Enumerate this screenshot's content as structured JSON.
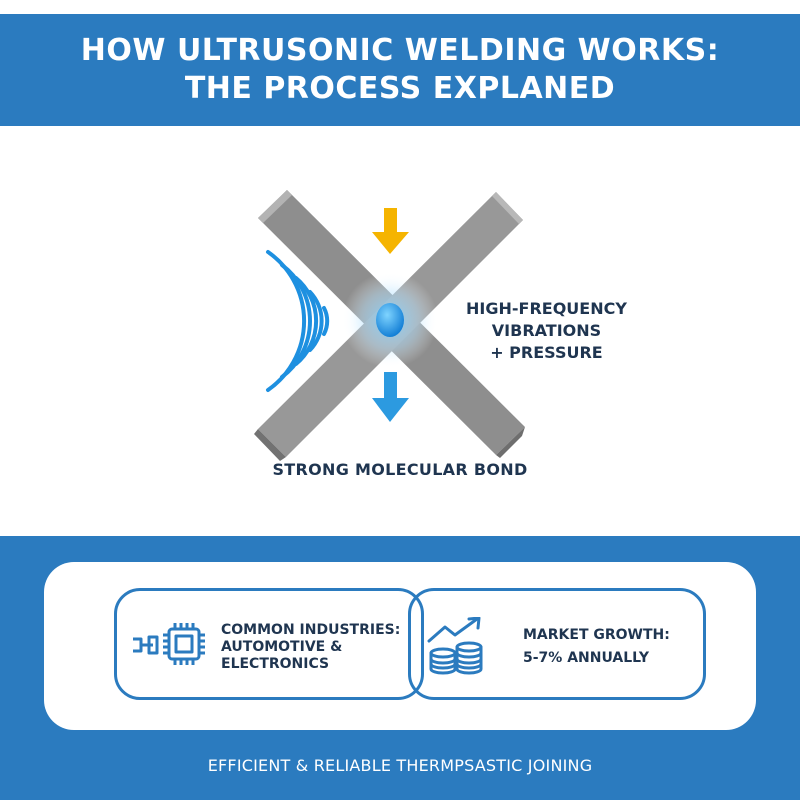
{
  "header": {
    "title_line1": "HOW ULTRUSONIC WELDING WORKS:",
    "title_line2": "THE PROCESS EXPLANED"
  },
  "diagram": {
    "callout_line1": "HIGH-FREQUENCY",
    "callout_line2": "VIBRATIONS",
    "callout_line3": "+ PRESSURE",
    "result_label": "STRONG MOLECULAR BOND",
    "icons": [
      "sound-wave-icon",
      "arrow-down-icon",
      "weld-point-icon"
    ],
    "colors": {
      "bar": "#8c8c8c",
      "wave": "#1e90e0",
      "arrow_top": "#f5b400",
      "arrow_bottom": "#2c9ae0",
      "weld": "#1e90e0"
    }
  },
  "cards": {
    "industries": {
      "line1": "COMMON INDUSTRIES:",
      "line2": "AUTOMOTIVE &",
      "line3": "ELECTRONICS",
      "icon": "microchip-icon"
    },
    "growth": {
      "line1": "MARKET GROWTH:",
      "line2": "5-7% ANNUALLY",
      "icon": "growth-chart-coins-icon"
    }
  },
  "footer": {
    "tagline": "EFFICIENT & RELIABLE THERMPSASTIC JOINING"
  },
  "colors": {
    "brand_blue": "#2b7bbf",
    "dark_text": "#1f3550"
  }
}
